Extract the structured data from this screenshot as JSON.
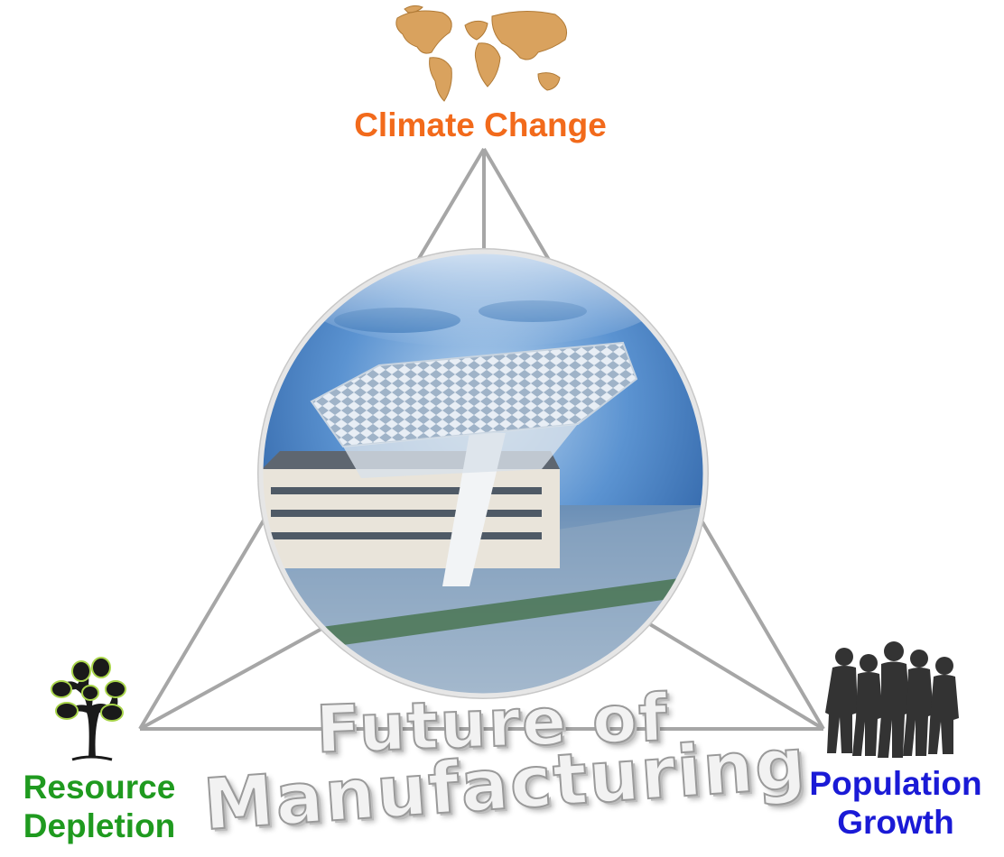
{
  "nodes": {
    "top": {
      "label": "Climate Change",
      "color": "#f26a1b",
      "icon": "world-map-icon"
    },
    "left": {
      "label_line1": "Resource",
      "label_line2": "Depletion",
      "color": "#1f9a1f",
      "icon": "oak-tree-icon"
    },
    "right": {
      "label_line1": "Population",
      "label_line2": "Growth",
      "color": "#1a1ad6",
      "icon": "people-silhouettes-icon"
    }
  },
  "center": {
    "image": "futuristic-building-sphere",
    "title_line1": "Future of",
    "title_line2": "Manufacturing"
  },
  "colors": {
    "line": "#a6a6a6",
    "map": "#d9a25e",
    "silhouette": "#333333",
    "sky": "#3f7fc4"
  }
}
